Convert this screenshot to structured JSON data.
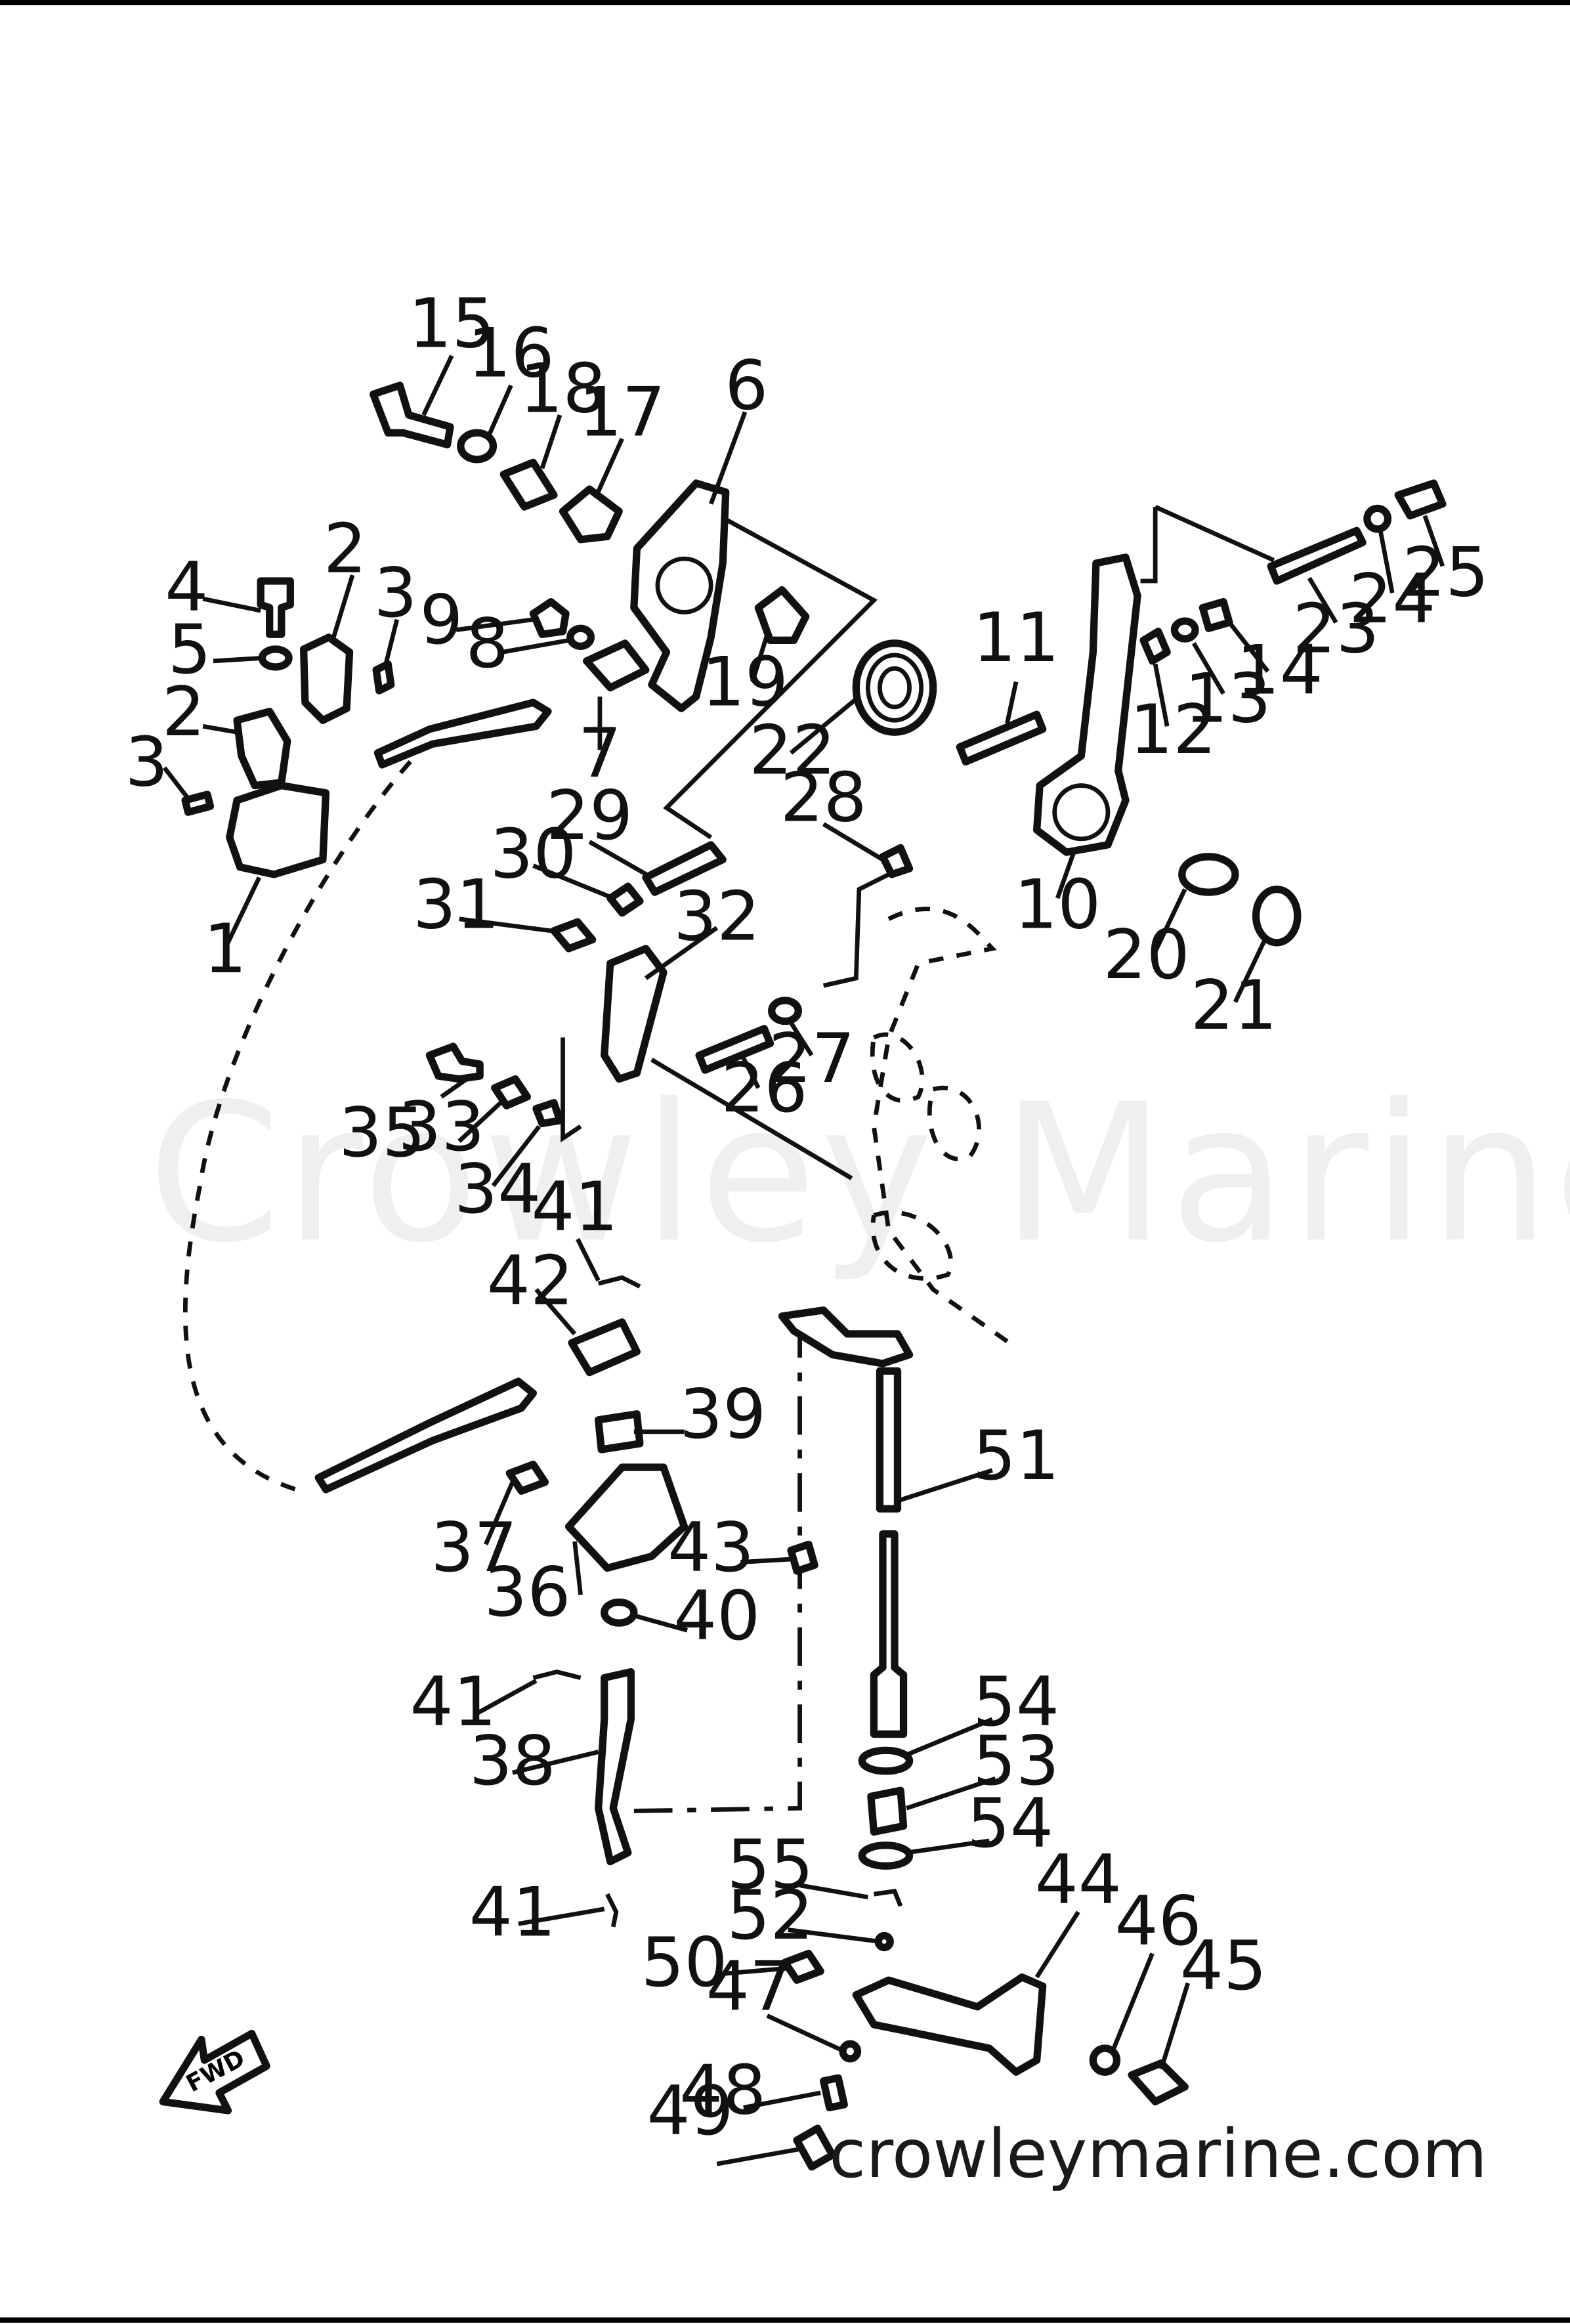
{
  "watermark": "Crowley Marine",
  "website": "crowleymarine.com",
  "direction_arrow": "FWD",
  "callouts": [
    "1",
    "2",
    "2",
    "3",
    "3",
    "4",
    "5",
    "6",
    "7",
    "8",
    "9",
    "10",
    "11",
    "12",
    "13",
    "14",
    "15",
    "16",
    "17",
    "18",
    "19",
    "20",
    "21",
    "22",
    "23",
    "24",
    "25",
    "26",
    "27",
    "28",
    "29",
    "30",
    "31",
    "32",
    "33",
    "34",
    "35",
    "36",
    "37",
    "38",
    "39",
    "40",
    "41",
    "41",
    "41",
    "42",
    "43",
    "44",
    "45",
    "46",
    "47",
    "48",
    "49",
    "50",
    "51",
    "52",
    "53",
    "54",
    "54",
    "55"
  ]
}
